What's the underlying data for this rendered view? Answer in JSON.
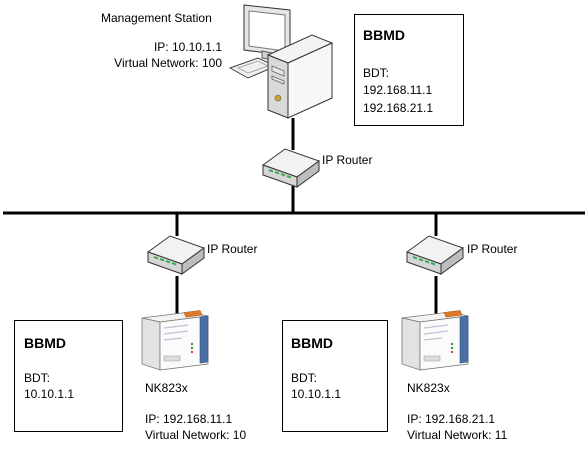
{
  "station": {
    "title": "Management Station",
    "ip": "IP: 10.10.1.1",
    "vn": "Virtual Network: 100"
  },
  "bbmd_top": {
    "title": "BBMD",
    "bdt_label": "BDT:",
    "entries": [
      "192.168.11.1",
      "192.168.21.1"
    ]
  },
  "router_top": {
    "label": "IP Router"
  },
  "router_left": {
    "label": "IP Router"
  },
  "router_right": {
    "label": "IP Router"
  },
  "bbmd_left": {
    "title": "BBMD",
    "bdt_label": "BDT:",
    "entry": "10.10.1.1"
  },
  "bbmd_right": {
    "title": "BBMD",
    "bdt_label": "BDT:",
    "entry": "10.10.1.1"
  },
  "device_left": {
    "name": "NK823x",
    "ip": "IP: 192.168.11.1",
    "vn": "Virtual Network: 10"
  },
  "device_right": {
    "name": "NK823x",
    "ip": "IP: 192.168.21.1",
    "vn": "Virtual Network: 11"
  },
  "icons": [
    "computer-icon",
    "router-icon",
    "controller-device-icon"
  ]
}
